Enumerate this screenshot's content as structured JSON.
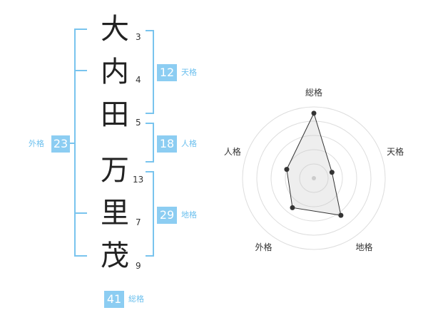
{
  "name": {
    "chars": [
      "大",
      "内",
      "田",
      "万",
      "里",
      "茂"
    ],
    "strokes": [
      "3",
      "4",
      "5",
      "13",
      "7",
      "9"
    ]
  },
  "kaku": {
    "tenkaku": {
      "value": "12",
      "label": "天格"
    },
    "jinkaku": {
      "value": "18",
      "label": "人格"
    },
    "chikaku": {
      "value": "29",
      "label": "地格"
    },
    "gaikaku": {
      "value": "23",
      "label": "外格"
    },
    "soukaku": {
      "value": "41",
      "label": "総格"
    }
  },
  "chart_data": {
    "type": "radar",
    "axes": [
      "総格",
      "天格",
      "地格",
      "外格",
      "人格"
    ],
    "values": [
      41,
      12,
      29,
      23,
      18
    ],
    "max": 45,
    "rings": 5
  },
  "colors": {
    "accent": "#8ccdf2",
    "line": "#79c4ee"
  }
}
